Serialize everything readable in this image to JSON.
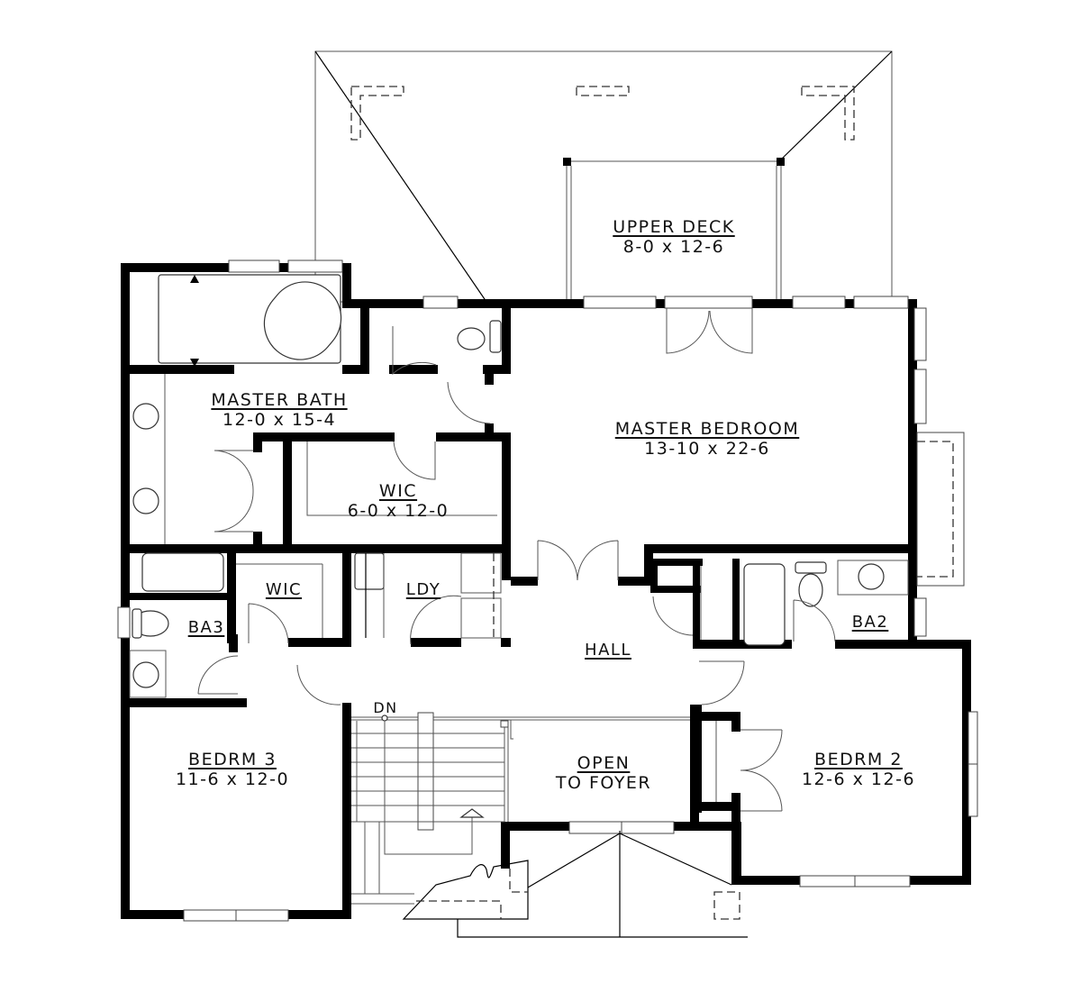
{
  "plan": {
    "type": "second floor plan",
    "rooms": [
      {
        "id": "upper-deck",
        "name": "UPPER DECK",
        "dim": "8-0 x 12-6"
      },
      {
        "id": "master-bath",
        "name": "MASTER BATH",
        "dim": "12-0 x 15-4"
      },
      {
        "id": "master-bedroom",
        "name": "MASTER BEDROOM",
        "dim": "13-10 x 22-6"
      },
      {
        "id": "wic-master",
        "name": "WIC",
        "dim": "6-0 x 12-0"
      },
      {
        "id": "wic-small",
        "name": "WIC",
        "dim": ""
      },
      {
        "id": "laundry",
        "name": "LDY",
        "dim": ""
      },
      {
        "id": "ba3",
        "name": "BA3",
        "dim": ""
      },
      {
        "id": "ba2",
        "name": "BA2",
        "dim": ""
      },
      {
        "id": "hall",
        "name": "HALL",
        "dim": ""
      },
      {
        "id": "open-to-foyer",
        "name": "OPEN",
        "dim": "TO FOYER"
      },
      {
        "id": "bedroom-3",
        "name": "BEDRM 3",
        "dim": "11-6 x 12-0"
      },
      {
        "id": "bedroom-2",
        "name": "BEDRM 2",
        "dim": "12-6 x 12-6"
      }
    ],
    "stairs": {
      "label": "DN"
    }
  }
}
